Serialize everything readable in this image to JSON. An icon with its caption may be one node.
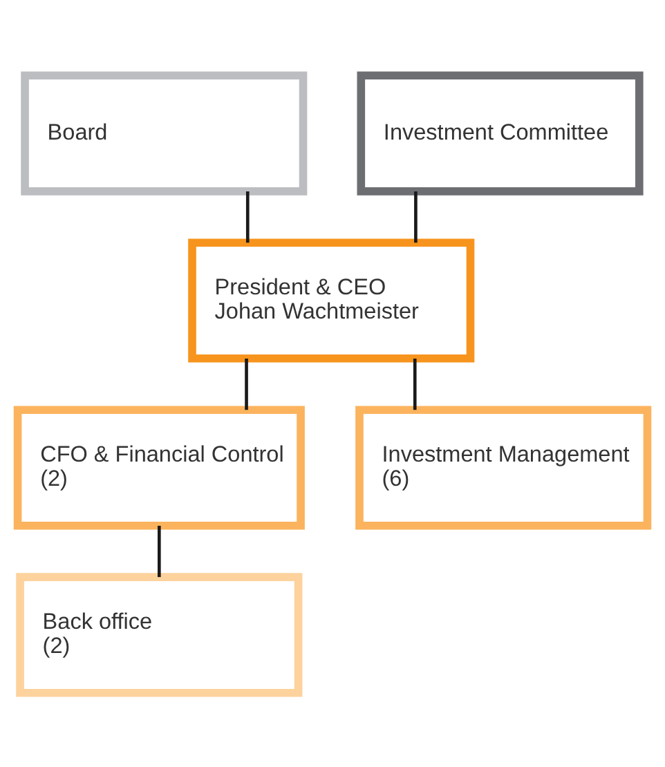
{
  "diagram": {
    "nodes": [
      {
        "text": [
          "Board"
        ]
      },
      {
        "text": [
          "Investment Committee"
        ]
      },
      {
        "text": [
          "President & CEO",
          "Johan Wachtmeister"
        ]
      },
      {
        "text": [
          "CFO & Financial Control",
          "(2)"
        ]
      },
      {
        "text": [
          "Investment Management",
          "(6)"
        ]
      },
      {
        "text": [
          "Back office",
          "(2)"
        ]
      }
    ],
    "edges": [
      {
        "from": 0,
        "to": 2,
        "arrow": "none"
      },
      {
        "from": 1,
        "to": 2,
        "arrow": "none"
      },
      {
        "from": 2,
        "to": 3,
        "arrow": "none"
      },
      {
        "from": 2,
        "to": 4,
        "arrow": "none"
      },
      {
        "from": 3,
        "to": 5,
        "arrow": "none"
      }
    ]
  }
}
